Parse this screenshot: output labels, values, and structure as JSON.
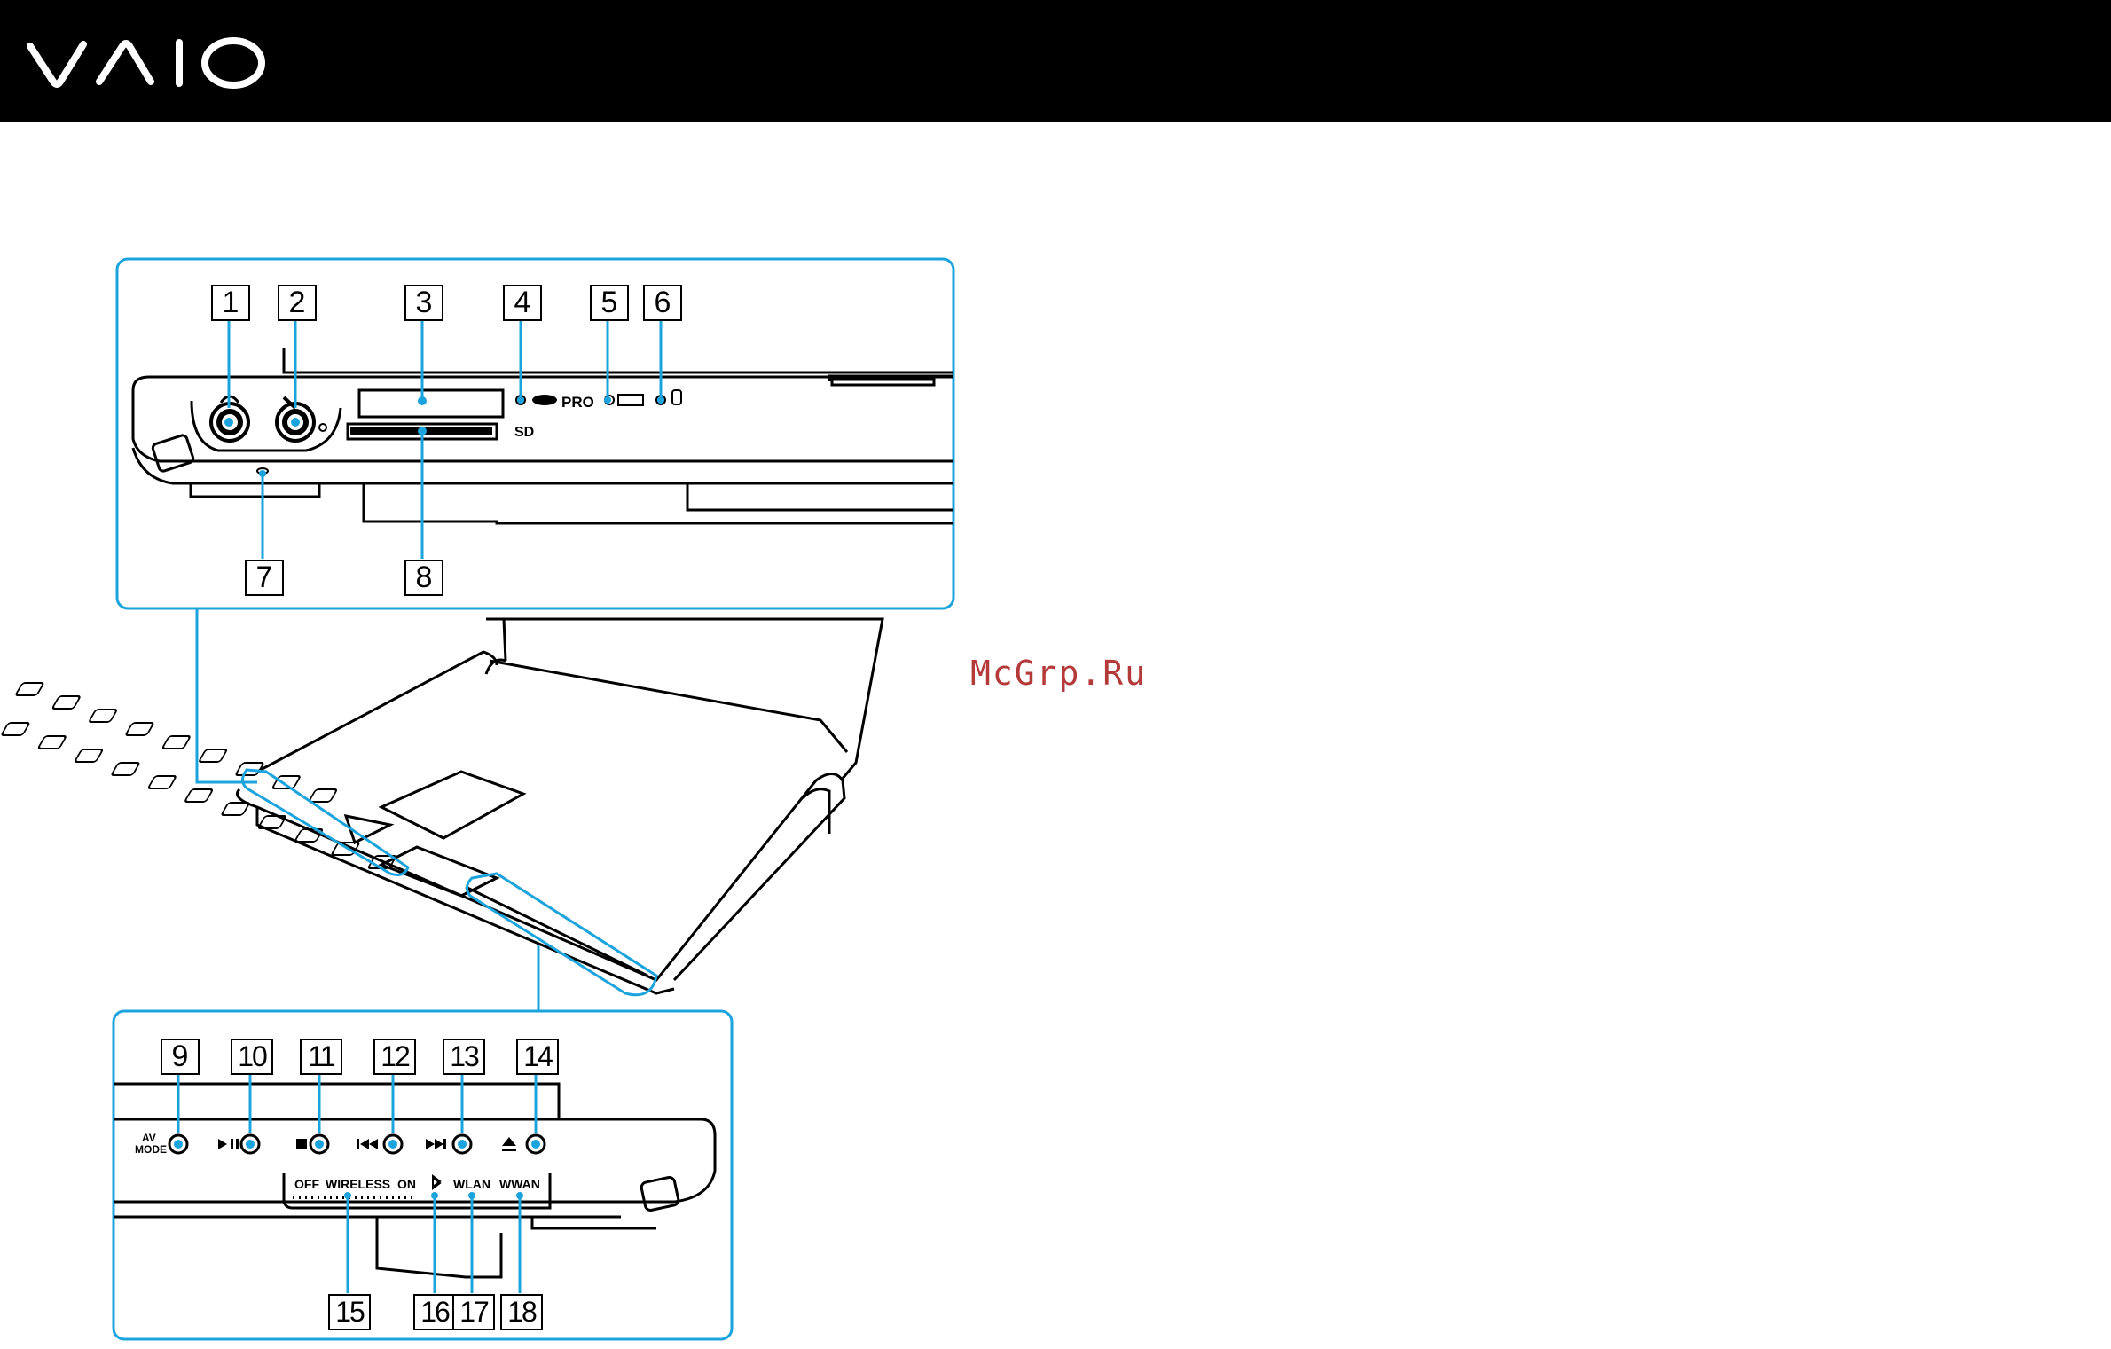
{
  "header": {
    "brand": "VAIO"
  },
  "watermark": "McGrp.Ru",
  "callouts_top": [
    "1",
    "2",
    "3",
    "4",
    "5",
    "6",
    "7",
    "8"
  ],
  "callouts_bottom": [
    "9",
    "10",
    "11",
    "12",
    "13",
    "14",
    "15",
    "16",
    "17",
    "18"
  ],
  "labels": {
    "sd": "SD",
    "pro": "PRO",
    "av_mode_1": "AV",
    "av_mode_2": "MODE",
    "off": "OFF",
    "wireless": "WIRELESS",
    "on": "ON",
    "wlan": "WLAN",
    "wwan": "WWAN"
  },
  "colors": {
    "accent": "#1aa3dc",
    "header_bg": "#000000",
    "watermark": "#b43a3a"
  }
}
